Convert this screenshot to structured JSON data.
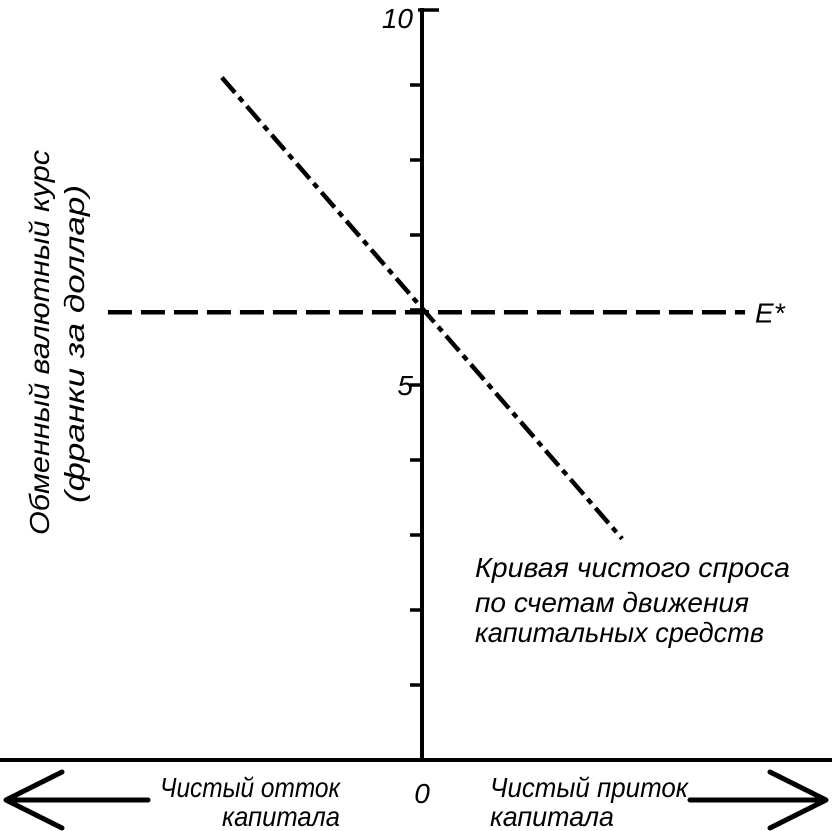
{
  "chart_data": {
    "type": "line",
    "ylabel": [
      "Обменный валютный курс",
      "(франки за доллар)"
    ],
    "xlabel_left": [
      "Чистый отток",
      "капитала"
    ],
    "xlabel_right": [
      "Чистый приток",
      "капитала"
    ],
    "xlim": [
      -5.63,
      5.47
    ],
    "ylim": [
      0,
      10
    ],
    "yticks": [
      1,
      2,
      3,
      4,
      5,
      6,
      7,
      8,
      9,
      10
    ],
    "ytick_labels": [
      {
        "value": 10,
        "label": "10"
      },
      {
        "value": 5,
        "label": "5"
      }
    ],
    "xtick_labels": [
      {
        "value": 0,
        "label": "0"
      }
    ],
    "grid": false,
    "series": [
      {
        "style": "dash-dot",
        "points": [
          [
            -2.67,
            9.1
          ],
          [
            2.67,
            2.95
          ]
        ],
        "label": [
          "Кривая чистого спроса",
          "по счетам движения",
          "капитальных средств"
        ]
      },
      {
        "name": "E*",
        "style": "dashed",
        "points": [
          [
            -4.19,
            5.97
          ],
          [
            4.31,
            5.97
          ]
        ]
      }
    ],
    "colors": {
      "ink": "#000000",
      "background": "#ffffff"
    }
  }
}
